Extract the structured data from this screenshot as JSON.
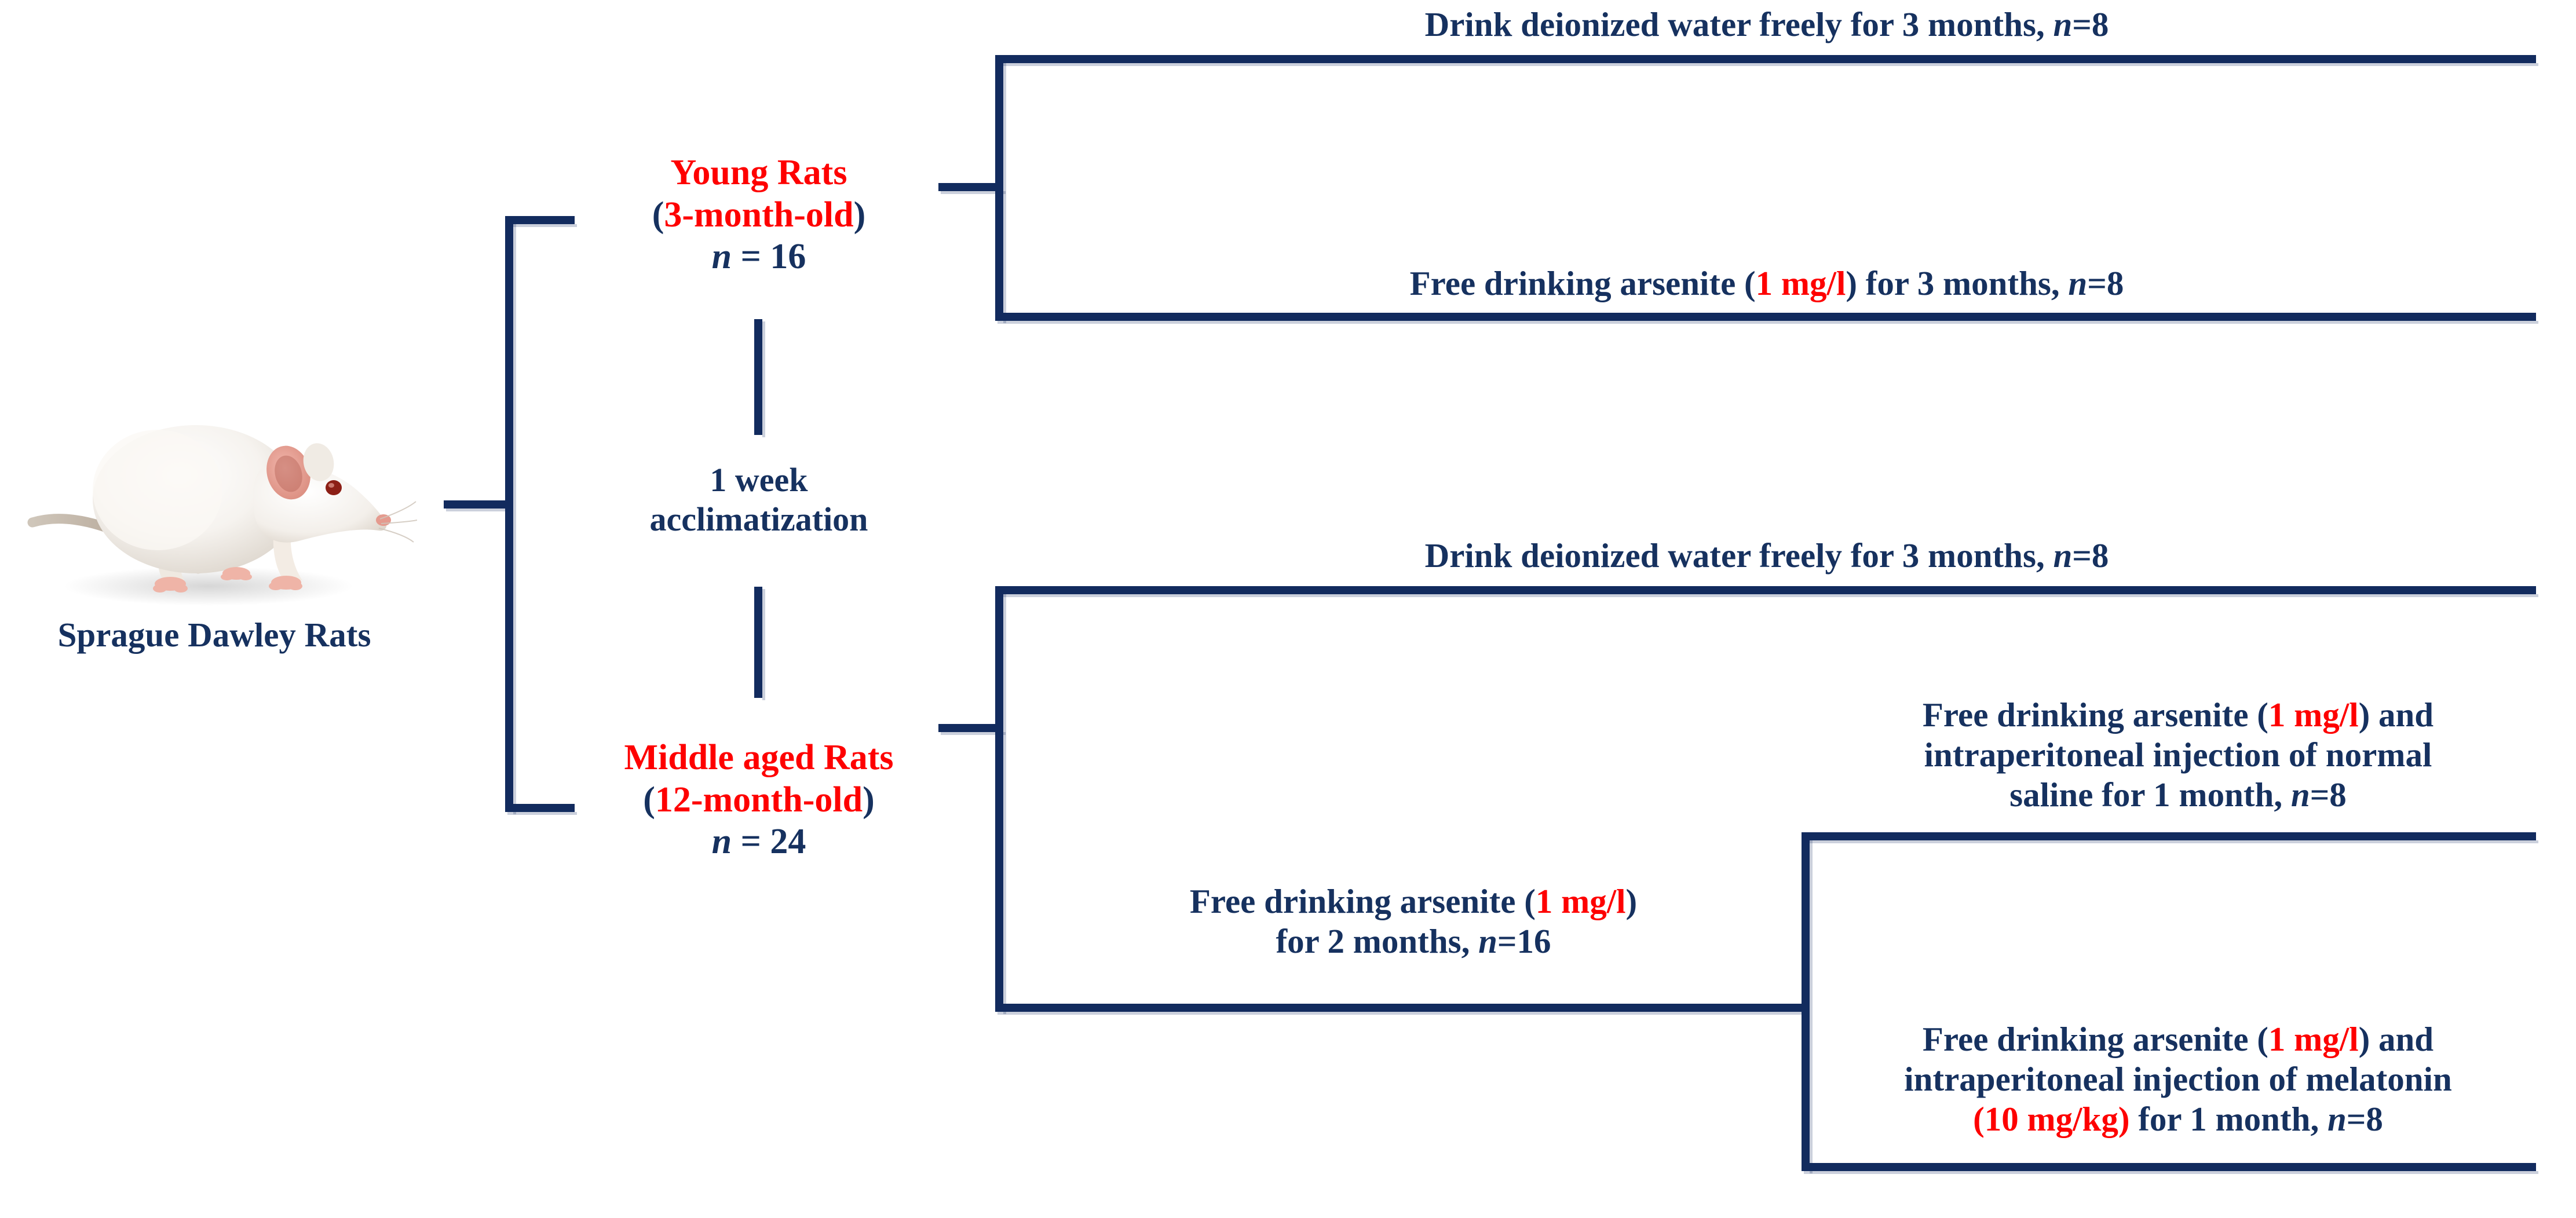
{
  "diagram": {
    "type": "experimental-design-flowchart",
    "title": "Sprague Dawley rat arsenite / melatonin experimental design",
    "colors": {
      "line": "#122b5e",
      "text_navy": "#16315f",
      "text_red": "#fe0000",
      "background": "#ffffff"
    }
  },
  "source_node": {
    "image_alt": "white laboratory rat",
    "label": "Sprague Dawley Rats"
  },
  "acclimatization": {
    "line1": "1 week",
    "line2": "acclimatization"
  },
  "groups": [
    {
      "id": "young",
      "name": "Young Rats",
      "age": "(3-month-old)",
      "n_prefix": "n",
      "n_value": " = 16"
    },
    {
      "id": "middle-aged",
      "name": "Middle aged Rats",
      "age": "(12-month-old)",
      "n_prefix": "n",
      "n_value": " = 24"
    }
  ],
  "arms": {
    "young_control": {
      "text_before": "Drink deionized water freely for 3 months, ",
      "n_prefix": "n",
      "n_value": "=8"
    },
    "young_arsenite": {
      "seg1": "Free drinking arsenite (",
      "dose": "1 mg/l",
      "seg2": ") for 3 months, ",
      "n_prefix": "n",
      "n_value": "=8"
    },
    "middle_control": {
      "text_before": "Drink deionized water freely for 3 months, ",
      "n_prefix": "n",
      "n_value": "=8"
    },
    "middle_arsenite_2mo": {
      "seg1": "Free drinking arsenite (",
      "dose": "1 mg/l",
      "seg2": ")",
      "seg3": "for 2 months, ",
      "n_prefix": "n",
      "n_value": "=16"
    },
    "saline": {
      "seg1": "Free drinking arsenite (",
      "dose": "1 mg/l",
      "seg2": ")  and",
      "seg3": "intraperitoneal injection of normal",
      "seg4": "saline for 1 month, ",
      "n_prefix": "n",
      "n_value": "=8"
    },
    "melatonin": {
      "seg1": "Free drinking arsenite (",
      "dose": "1 mg/l",
      "seg2": ")  and",
      "seg3": "intraperitoneal injection of melatonin",
      "dose2": "(10 mg/kg)",
      "seg4": " for 1 month, ",
      "n_prefix": "n",
      "n_value": "=8"
    }
  }
}
